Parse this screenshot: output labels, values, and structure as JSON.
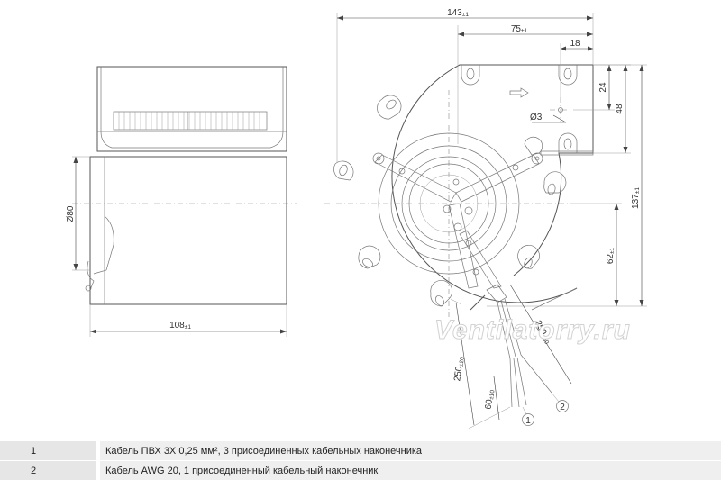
{
  "dimensions": {
    "overall_width": "143",
    "overall_width_tol": "±1",
    "offset_75": "75",
    "offset_75_tol": "±1",
    "offset_18": "18",
    "offset_24": "24",
    "offset_48": "48",
    "hole_diameter": "Ø3",
    "height_137": "137",
    "height_137_tol": "±1",
    "height_62": "62",
    "height_62_tol": "±1",
    "inlet_diameter": "Ø80",
    "side_width": "108",
    "side_width_tol": "±1",
    "cable_250_a": "250",
    "cable_250_a_tol": "±20",
    "cable_250_b": "250",
    "cable_250_b_tol": "±10",
    "cable_60": "60",
    "cable_60_tol": "±10"
  },
  "callouts": [
    "1",
    "2"
  ],
  "watermark": "Ventilatorry.ru",
  "legend": [
    {
      "num": "1",
      "text": "Кабель ПВХ 3Х 0,25 мм², 3 присоединенных кабельных наконечника"
    },
    {
      "num": "2",
      "text": "Кабель AWG 20, 1 присоединенный кабельный наконечник"
    }
  ]
}
